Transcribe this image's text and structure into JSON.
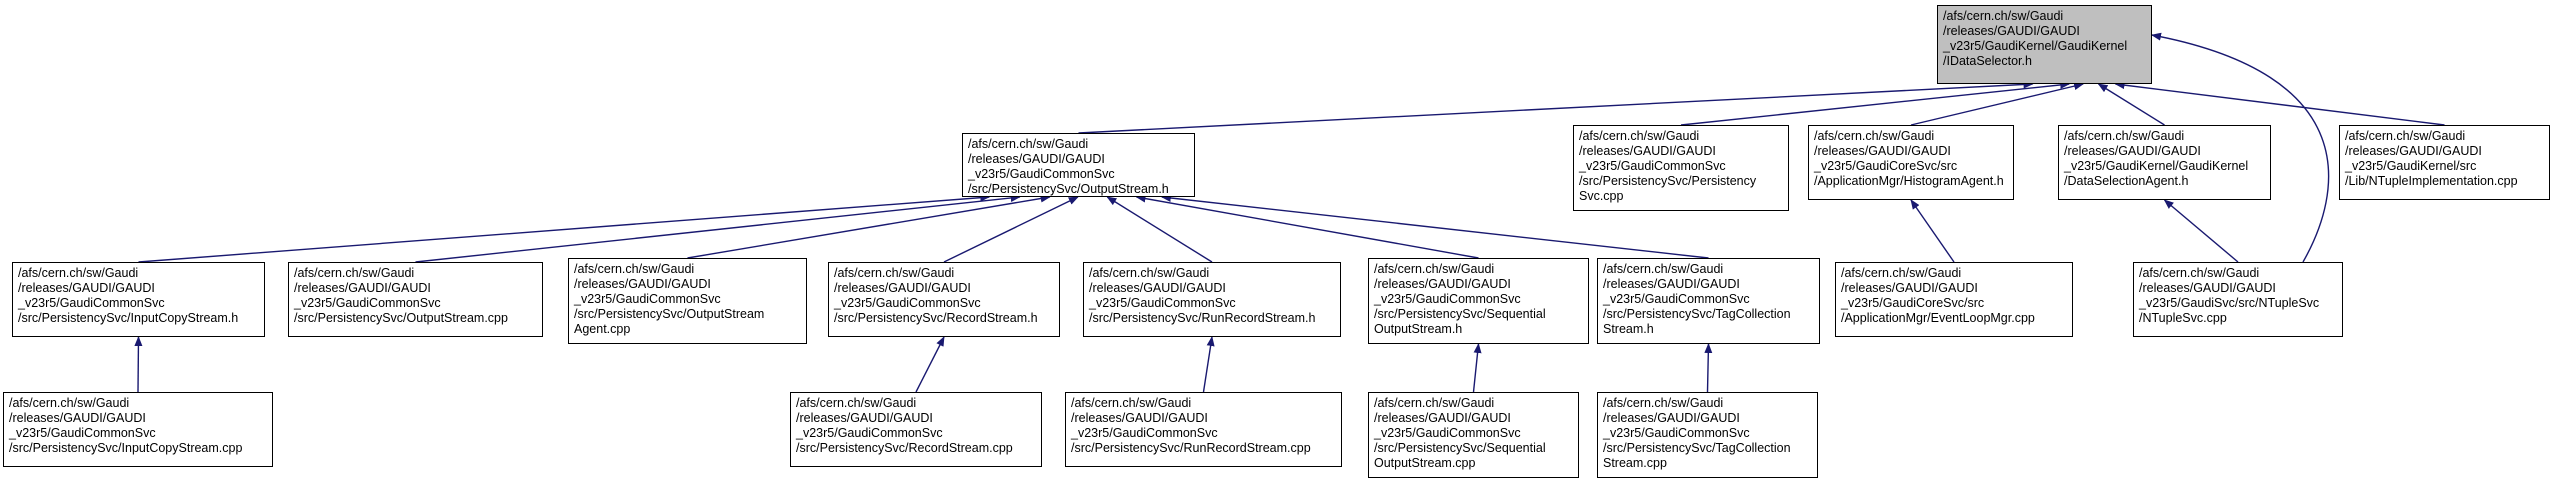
{
  "diagram": {
    "type": "include-dependency-graph",
    "colors": {
      "edge": "#191970",
      "root_fill": "#bfbfbf",
      "node_fill": "#ffffff",
      "border": "#000000"
    },
    "nodes": [
      {
        "id": "idataselector",
        "root": true,
        "label": "/afs/cern.ch/sw/Gaudi\n/releases/GAUDI/GAUDI\n_v23r5/GaudiKernel/GaudiKernel\n/IDataSelector.h"
      },
      {
        "id": "outputstream_h",
        "label": "/afs/cern.ch/sw/Gaudi\n/releases/GAUDI/GAUDI\n_v23r5/GaudiCommonSvc\n/src/PersistencySvc/OutputStream.h"
      },
      {
        "id": "persistencysvc_cpp",
        "label": "/afs/cern.ch/sw/Gaudi\n/releases/GAUDI/GAUDI\n_v23r5/GaudiCommonSvc\n/src/PersistencySvc/Persistency\nSvc.cpp"
      },
      {
        "id": "histogramagent_h",
        "label": "/afs/cern.ch/sw/Gaudi\n/releases/GAUDI/GAUDI\n_v23r5/GaudiCoreSvc/src\n/ApplicationMgr/HistogramAgent.h"
      },
      {
        "id": "dataselectionagent_h",
        "label": "/afs/cern.ch/sw/Gaudi\n/releases/GAUDI/GAUDI\n_v23r5/GaudiKernel/GaudiKernel\n/DataSelectionAgent.h"
      },
      {
        "id": "ntupleimpl_cpp",
        "label": "/afs/cern.ch/sw/Gaudi\n/releases/GAUDI/GAUDI\n_v23r5/GaudiKernel/src\n/Lib/NTupleImplementation.cpp"
      },
      {
        "id": "inputcopystream_h",
        "label": "/afs/cern.ch/sw/Gaudi\n/releases/GAUDI/GAUDI\n_v23r5/GaudiCommonSvc\n/src/PersistencySvc/InputCopyStream.h"
      },
      {
        "id": "outputstream_cpp",
        "label": "/afs/cern.ch/sw/Gaudi\n/releases/GAUDI/GAUDI\n_v23r5/GaudiCommonSvc\n/src/PersistencySvc/OutputStream.cpp"
      },
      {
        "id": "outputstreamagent_cpp",
        "label": "/afs/cern.ch/sw/Gaudi\n/releases/GAUDI/GAUDI\n_v23r5/GaudiCommonSvc\n/src/PersistencySvc/OutputStream\nAgent.cpp"
      },
      {
        "id": "recordstream_h",
        "label": "/afs/cern.ch/sw/Gaudi\n/releases/GAUDI/GAUDI\n_v23r5/GaudiCommonSvc\n/src/PersistencySvc/RecordStream.h"
      },
      {
        "id": "runrecordstream_h",
        "label": "/afs/cern.ch/sw/Gaudi\n/releases/GAUDI/GAUDI\n_v23r5/GaudiCommonSvc\n/src/PersistencySvc/RunRecordStream.h"
      },
      {
        "id": "sequentialoutputstream_h",
        "label": "/afs/cern.ch/sw/Gaudi\n/releases/GAUDI/GAUDI\n_v23r5/GaudiCommonSvc\n/src/PersistencySvc/Sequential\nOutputStream.h"
      },
      {
        "id": "tagcollectionstream_h",
        "label": "/afs/cern.ch/sw/Gaudi\n/releases/GAUDI/GAUDI\n_v23r5/GaudiCommonSvc\n/src/PersistencySvc/TagCollection\nStream.h"
      },
      {
        "id": "eventloopmgr_cpp",
        "label": "/afs/cern.ch/sw/Gaudi\n/releases/GAUDI/GAUDI\n_v23r5/GaudiCoreSvc/src\n/ApplicationMgr/EventLoopMgr.cpp"
      },
      {
        "id": "ntuplesvc_cpp",
        "label": "/afs/cern.ch/sw/Gaudi\n/releases/GAUDI/GAUDI\n_v23r5/GaudiSvc/src/NTupleSvc\n/NTupleSvc.cpp"
      },
      {
        "id": "inputcopystream_cpp",
        "label": "/afs/cern.ch/sw/Gaudi\n/releases/GAUDI/GAUDI\n_v23r5/GaudiCommonSvc\n/src/PersistencySvc/InputCopyStream.cpp"
      },
      {
        "id": "recordstream_cpp",
        "label": "/afs/cern.ch/sw/Gaudi\n/releases/GAUDI/GAUDI\n_v23r5/GaudiCommonSvc\n/src/PersistencySvc/RecordStream.cpp"
      },
      {
        "id": "runrecordstream_cpp",
        "label": "/afs/cern.ch/sw/Gaudi\n/releases/GAUDI/GAUDI\n_v23r5/GaudiCommonSvc\n/src/PersistencySvc/RunRecordStream.cpp"
      },
      {
        "id": "sequentialoutputstream_cpp",
        "label": "/afs/cern.ch/sw/Gaudi\n/releases/GAUDI/GAUDI\n_v23r5/GaudiCommonSvc\n/src/PersistencySvc/Sequential\nOutputStream.cpp"
      },
      {
        "id": "tagcollectionstream_cpp",
        "label": "/afs/cern.ch/sw/Gaudi\n/releases/GAUDI/GAUDI\n_v23r5/GaudiCommonSvc\n/src/PersistencySvc/TagCollection\nStream.cpp"
      }
    ],
    "edges": [
      {
        "from": "outputstream_h",
        "to": "idataselector"
      },
      {
        "from": "persistencysvc_cpp",
        "to": "idataselector"
      },
      {
        "from": "histogramagent_h",
        "to": "idataselector"
      },
      {
        "from": "dataselectionagent_h",
        "to": "idataselector"
      },
      {
        "from": "ntupleimpl_cpp",
        "to": "idataselector"
      },
      {
        "from": "ntuplesvc_cpp",
        "to": "idataselector"
      },
      {
        "from": "inputcopystream_h",
        "to": "outputstream_h"
      },
      {
        "from": "outputstream_cpp",
        "to": "outputstream_h"
      },
      {
        "from": "outputstreamagent_cpp",
        "to": "outputstream_h"
      },
      {
        "from": "recordstream_h",
        "to": "outputstream_h"
      },
      {
        "from": "runrecordstream_h",
        "to": "outputstream_h"
      },
      {
        "from": "sequentialoutputstream_h",
        "to": "outputstream_h"
      },
      {
        "from": "tagcollectionstream_h",
        "to": "outputstream_h"
      },
      {
        "from": "eventloopmgr_cpp",
        "to": "histogramagent_h"
      },
      {
        "from": "ntuplesvc_cpp",
        "to": "dataselectionagent_h"
      },
      {
        "from": "inputcopystream_cpp",
        "to": "inputcopystream_h"
      },
      {
        "from": "recordstream_cpp",
        "to": "recordstream_h"
      },
      {
        "from": "runrecordstream_cpp",
        "to": "runrecordstream_h"
      },
      {
        "from": "sequentialoutputstream_cpp",
        "to": "sequentialoutputstream_h"
      },
      {
        "from": "tagcollectionstream_cpp",
        "to": "tagcollectionstream_h"
      }
    ]
  }
}
